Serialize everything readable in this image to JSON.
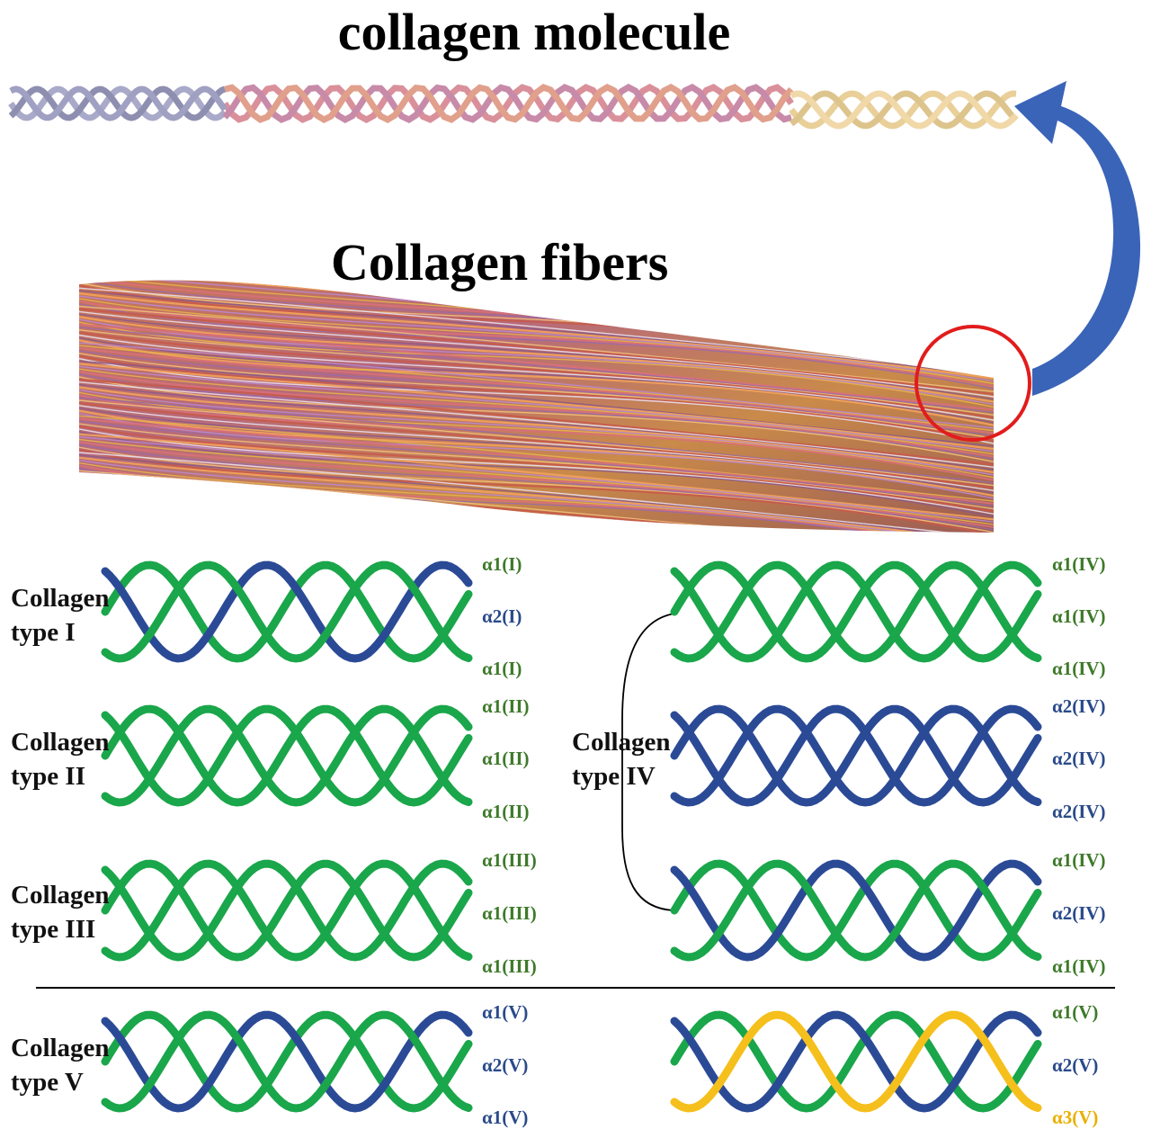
{
  "titles": {
    "molecule": "collagen molecule",
    "fibers": "Collagen fibers"
  },
  "colors": {
    "green": "#1aa64a",
    "blue": "#2b4a96",
    "yellow": "#f5bf1c",
    "arrow": "#3a64b8",
    "highlight_circle": "#e21c1c",
    "divider": "#000000"
  },
  "types": {
    "t1": [
      "Collagen",
      "type I"
    ],
    "t2": [
      "Collagen",
      "type II"
    ],
    "t3": [
      "Collagen",
      "type III"
    ],
    "t4": [
      "Collagen",
      "type IV"
    ],
    "t5": [
      "Collagen",
      "type V"
    ]
  },
  "chains": {
    "t1": [
      "α1(I)",
      "α2(I)",
      "α1(I)"
    ],
    "t2": [
      "α1(II)",
      "α1(II)",
      "α1(II)"
    ],
    "t3": [
      "α1(III)",
      "α1(III)",
      "α1(III)"
    ],
    "t4a": [
      "α1(IV)",
      "α1(IV)",
      "α1(IV)"
    ],
    "t4b": [
      "α2(IV)",
      "α2(IV)",
      "α2(IV)"
    ],
    "t4c": [
      "α1(IV)",
      "α2(IV)",
      "α1(IV)"
    ],
    "t5a": [
      "α1(V)",
      "α2(V)",
      "α1(V)"
    ],
    "t5b": [
      "α1(V)",
      "α2(V)",
      "α3(V)"
    ]
  }
}
